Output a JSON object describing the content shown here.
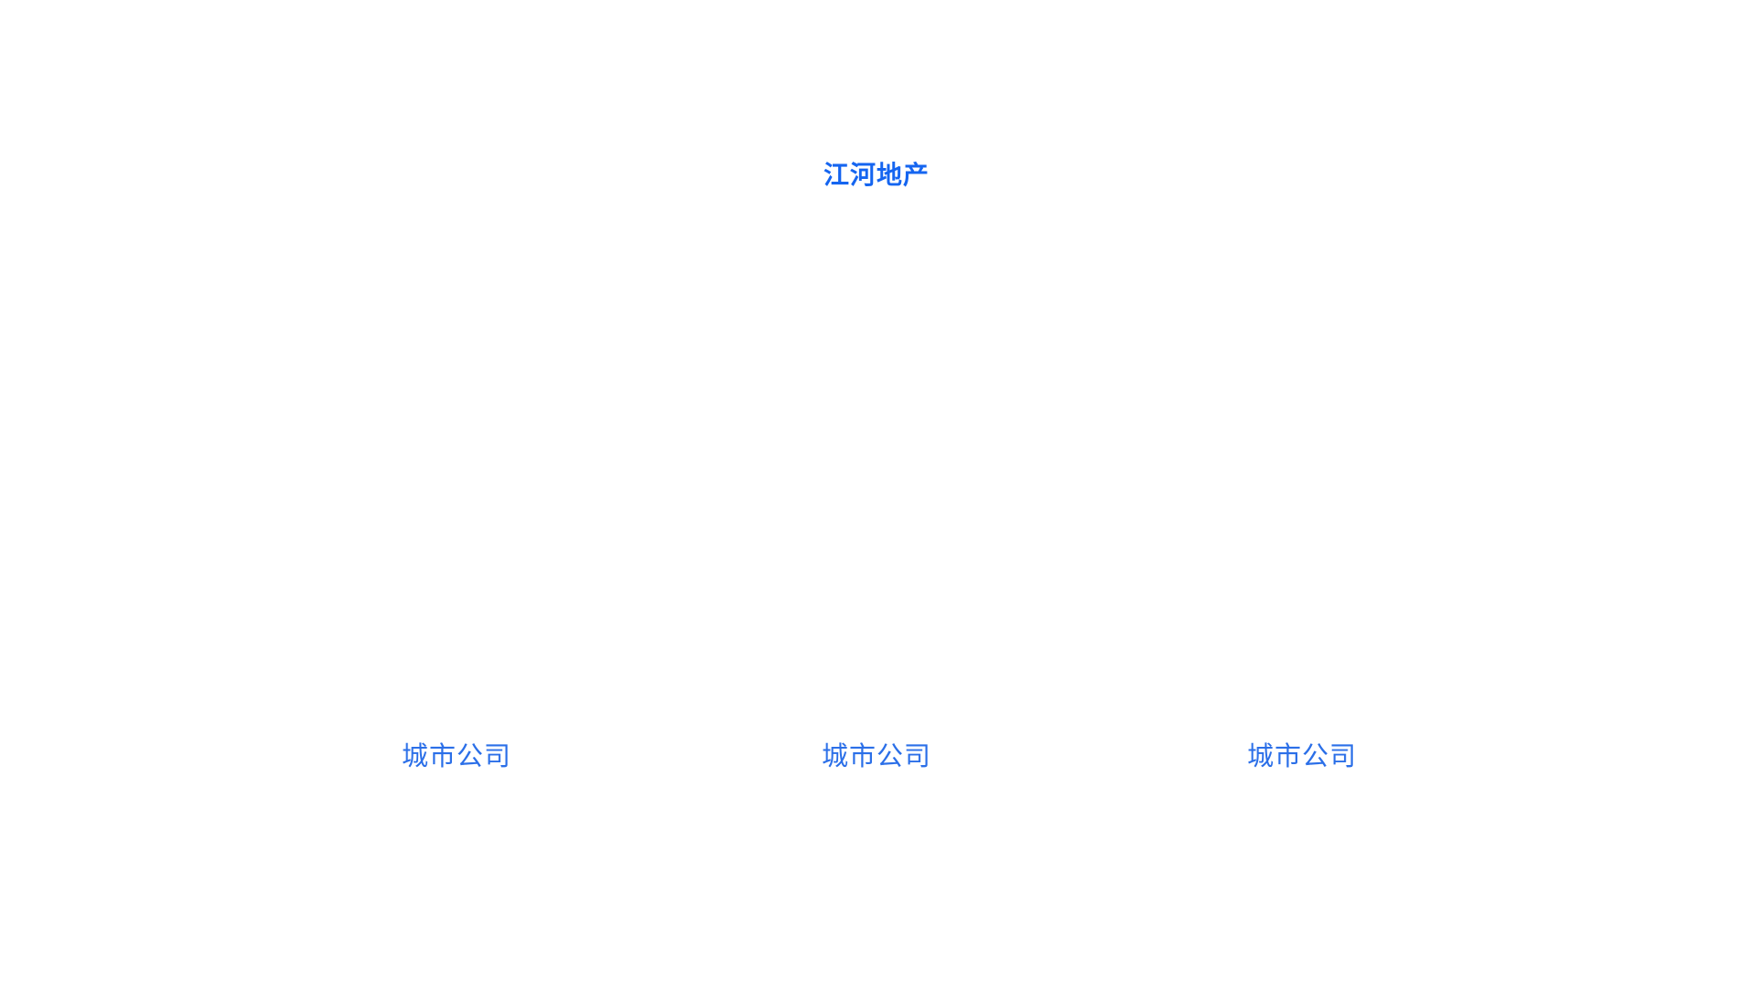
{
  "diagram": {
    "type": "org-chart",
    "root": {
      "label": "江河地产",
      "color": "#1565f0"
    },
    "children": [
      {
        "label": "城市公司",
        "color": "#2b6fe8"
      },
      {
        "label": "城市公司",
        "color": "#2b6fe8"
      },
      {
        "label": "城市公司",
        "color": "#2b6fe8"
      }
    ]
  }
}
